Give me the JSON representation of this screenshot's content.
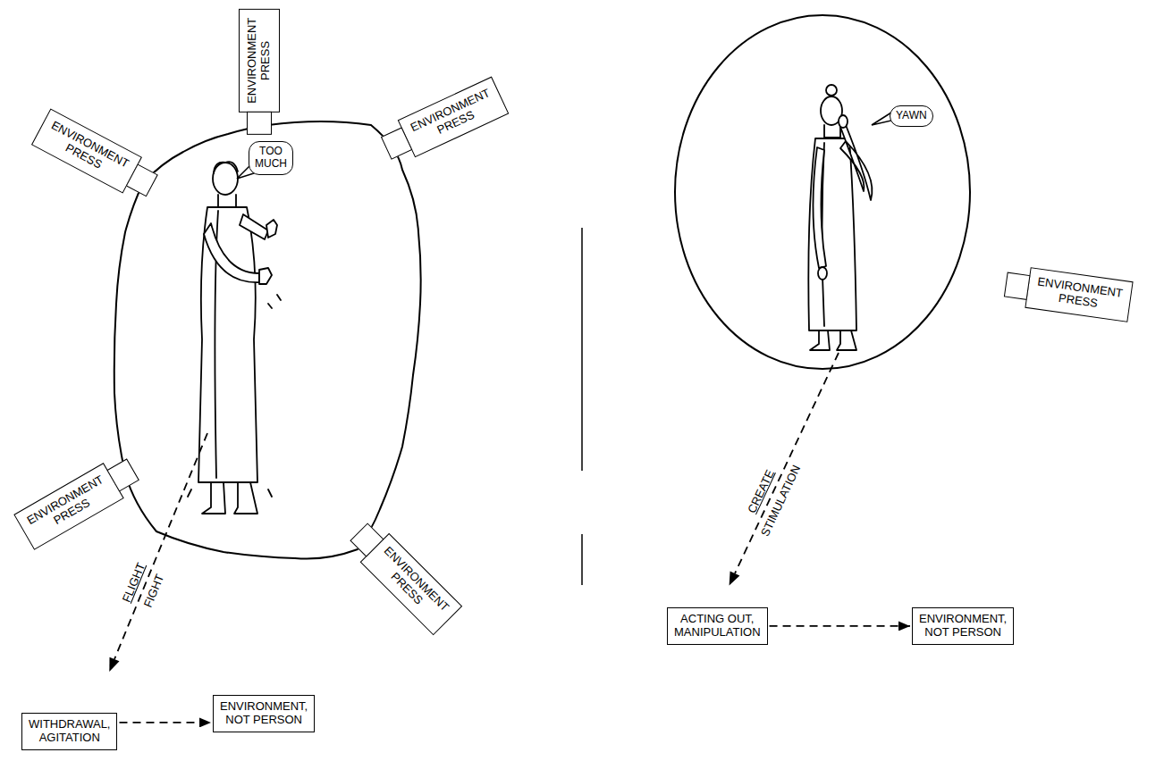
{
  "diagram": {
    "nodes": [
      {
        "text": [
          "ENVIRONMENT PRESS"
        ]
      },
      {
        "text": [
          "ENVIRONMENT PRESS"
        ]
      },
      {
        "text": [
          "TOO MUCH"
        ]
      },
      {
        "text": [
          "ENVIRONMENT PRESS"
        ]
      },
      {
        "text": [
          "ENVIRONMENT PRESS"
        ]
      },
      {
        "text": [
          "ENVIRONMENT PRESS"
        ]
      },
      {
        "text": [
          "WITHDRAWAL, AGITATION"
        ]
      },
      {
        "text": [
          "ENVIRONMENT, NOT PERSON"
        ]
      },
      {
        "text": [
          "YAWN"
        ]
      },
      {
        "text": [
          "ENVIRONMENT PRESS"
        ]
      },
      {
        "text": [
          "ACTING OUT, MANIPULATION"
        ]
      },
      {
        "text": [
          "ENVIRONMENT, NOT PERSON"
        ]
      }
    ],
    "edges": [
      {
        "from": 6,
        "to": 7,
        "arrow": "to"
      },
      {
        "from": 10,
        "to": 11,
        "arrow": "to"
      }
    ],
    "labels": [
      "FLIGHT",
      "FIGHT",
      "CREATE",
      "STIMULATION"
    ]
  }
}
